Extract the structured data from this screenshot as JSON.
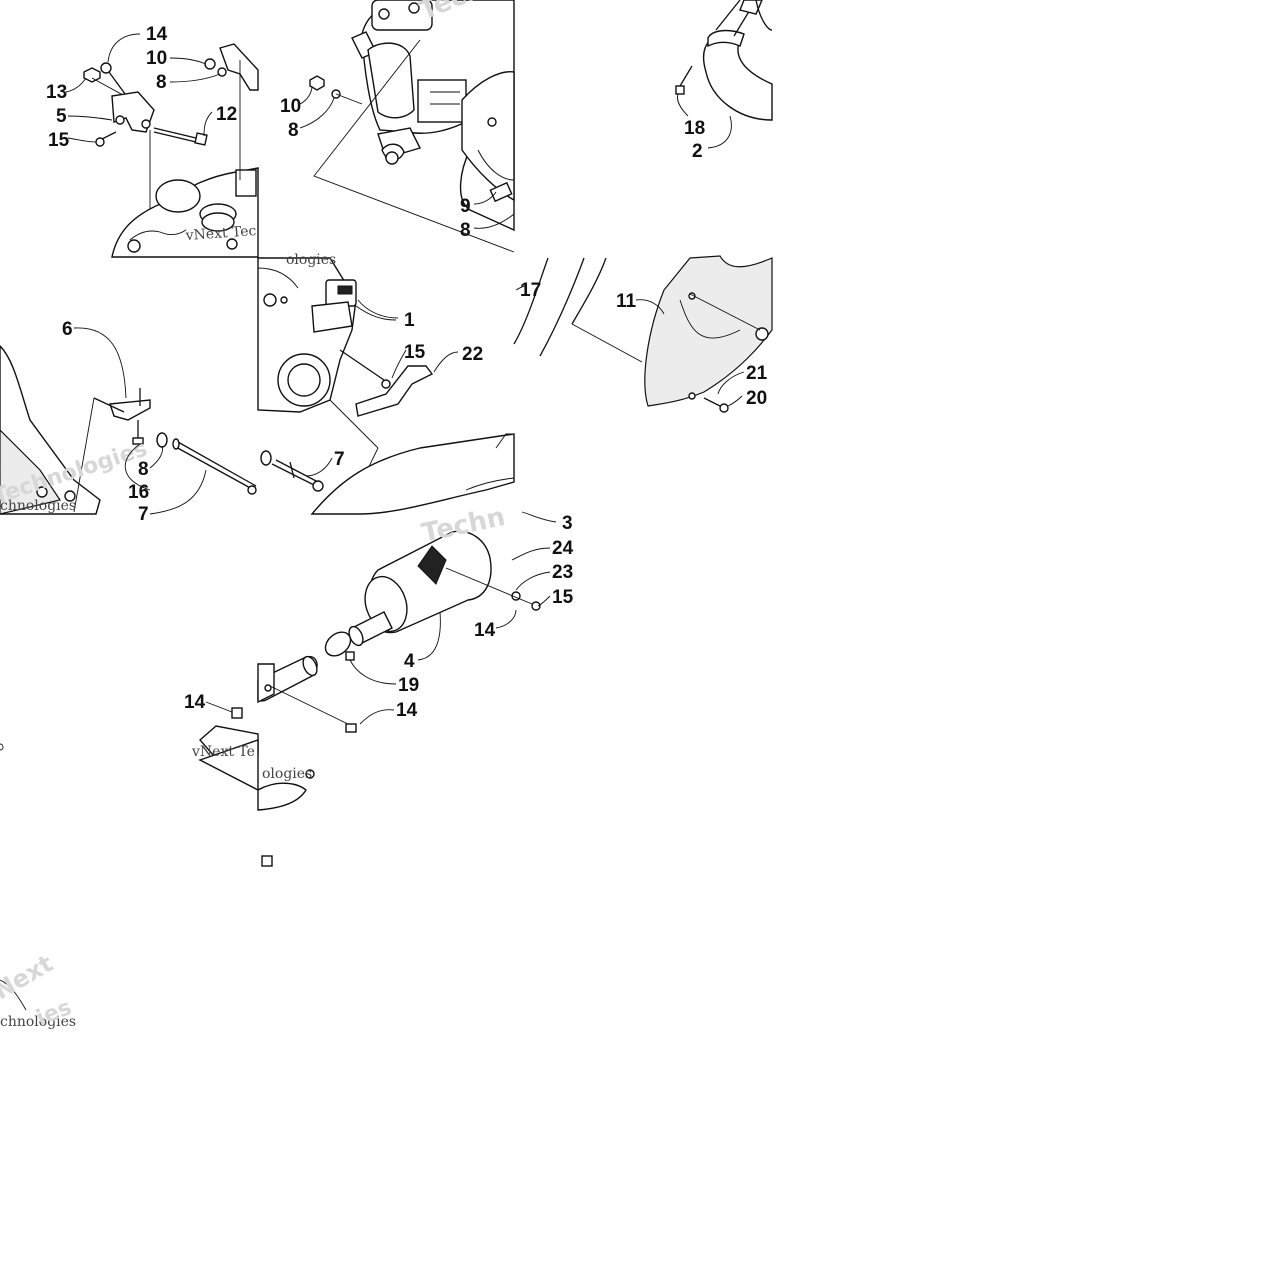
{
  "callouts": {
    "c14a": "14",
    "c10a": "10",
    "c8a": "8",
    "c13": "13",
    "c5": "5",
    "c12": "12",
    "c15a": "15",
    "c10b": "10",
    "c8b": "8",
    "c9": "9",
    "c8c": "8",
    "c18": "18",
    "c2": "2",
    "c6": "6",
    "c8d": "8",
    "c16": "16",
    "c7a": "7",
    "c1": "1",
    "c15b": "15",
    "c22": "22",
    "c7b": "7",
    "c17": "17",
    "c11": "11",
    "c21": "21",
    "c20": "20",
    "c3": "3",
    "c24": "24",
    "c23": "23",
    "c15c": "15",
    "c14b": "14",
    "c4": "4",
    "c19": "19",
    "c14c": "14",
    "c14d": "14"
  },
  "watermarks": {
    "w1": "Techn",
    "w2": "vNext Tec",
    "w3": "ologies",
    "w4": "Technologies",
    "w5": "chnologies",
    "w6": "Techn",
    "w7": "vNext Te",
    "w8": "ologies",
    "w9": "Next",
    "w10": "chnologies",
    "w11": "ies"
  }
}
